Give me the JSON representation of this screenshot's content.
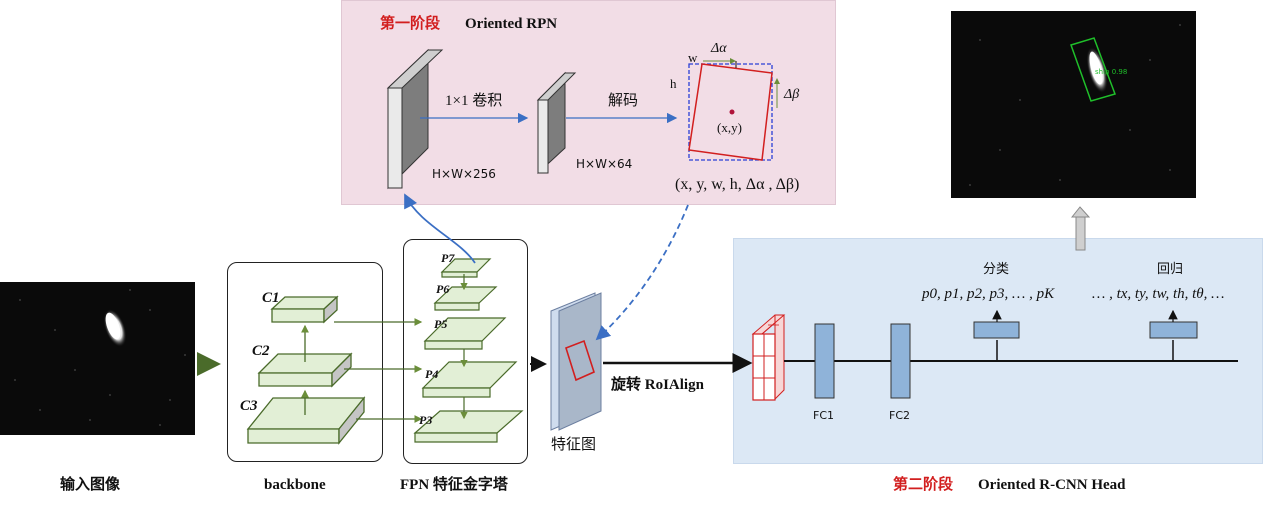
{
  "stage1": {
    "prefix": "第一阶段",
    "name": "Oriented RPN"
  },
  "stage2": {
    "prefix": "第二阶段",
    "name": "Oriented R-CNN Head"
  },
  "rpn": {
    "conv_label": "1×1 卷积",
    "decode_label": "解码",
    "feat256": "H×W×256",
    "feat64": "H×W×64",
    "w": "w",
    "h": "h",
    "delta_alpha": "Δα",
    "delta_beta": "Δβ",
    "center": "(x,y)",
    "output": "(x, y, w, h, Δα , Δβ)"
  },
  "input_label": "输入图像",
  "backbone": {
    "label": "backbone",
    "c1": "C1",
    "c2": "C2",
    "c3": "C3"
  },
  "fpn": {
    "label": "FPN 特征金字塔",
    "p7": "P7",
    "p6": "P6",
    "p5": "P5",
    "p4": "P4",
    "p3": "P3"
  },
  "feature_map_label": "特征图",
  "roialign_label": "旋转 RoIAlign",
  "head": {
    "fc1": "FC1",
    "fc2": "FC2",
    "cls_label": "分类",
    "reg_label": "回归",
    "cls_out": "p0, p1, p2, p3, … , pK",
    "reg_out": "… , tx, ty, tw, th, tθ, …"
  },
  "detection": {
    "score_label": "ship 0.98"
  },
  "colors": {
    "rpn_bg": "#f2dde6",
    "head_bg": "#dce8f5",
    "arrow_green": "#4a6b2a",
    "arrow_blue": "#3b6fc4",
    "red": "#d21f1f",
    "fc_blue": "#8fb3d9",
    "pyramid_green": "#e2efd6"
  }
}
